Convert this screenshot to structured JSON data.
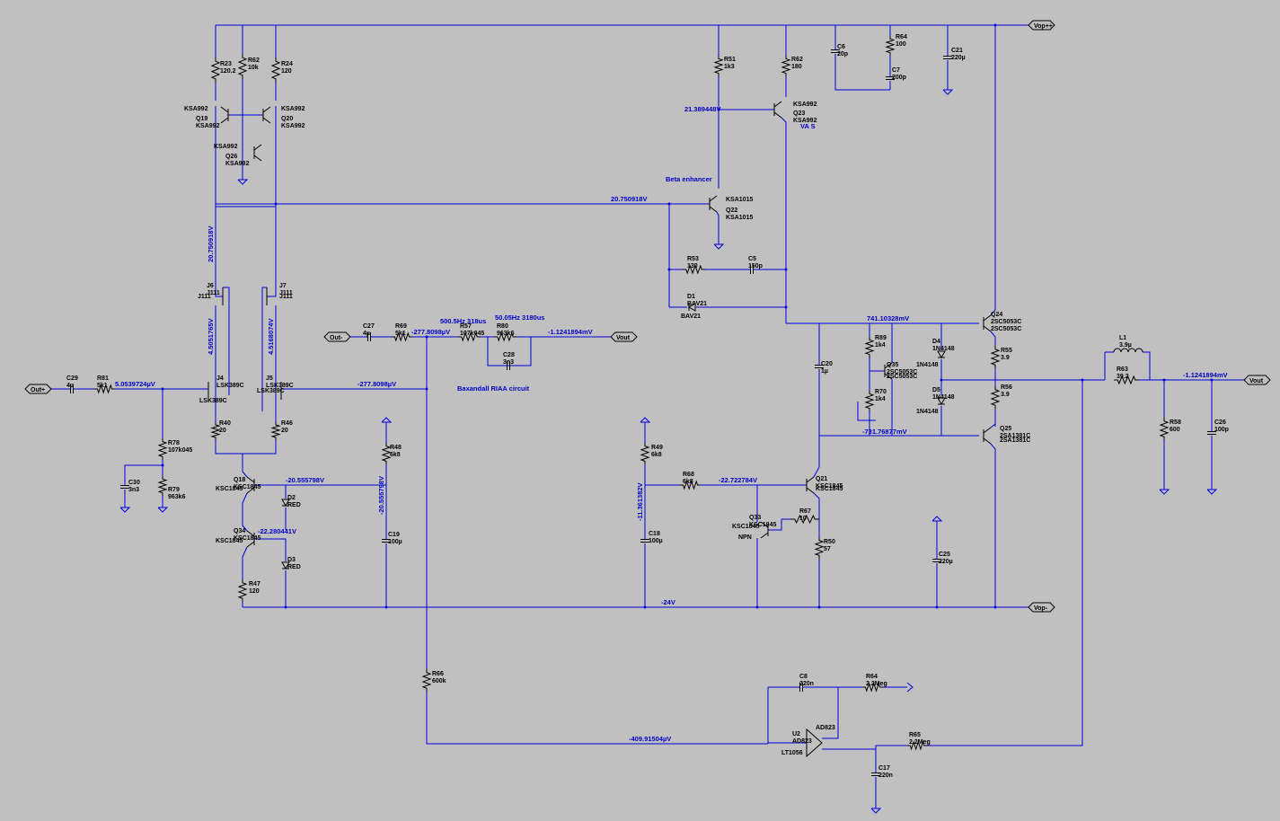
{
  "colors": {
    "background": "#c0c0c0",
    "wire": "#0000dd",
    "part": "#000000",
    "voltage_label": "#0000cc"
  },
  "ports": {
    "vop_pos": "Vop++",
    "vop_neg": "Vop-",
    "out_pos": "Out+",
    "out_neg": "Out-",
    "vout1": "Vout",
    "vout2": "Vout"
  },
  "comments": {
    "beta": "Beta enhancer",
    "vas": "VA S",
    "baxandall": "Baxandall RIAA circuit",
    "riaa1": "500.5Hz 318us",
    "riaa2": "50.05Hz 3180us"
  },
  "voltages": [
    {
      "id": "v1",
      "text": "21.389448V"
    },
    {
      "id": "v2",
      "text": "20.750918V"
    },
    {
      "id": "v3",
      "text": "20.750918V"
    },
    {
      "id": "v4",
      "text": "4.5051765V"
    },
    {
      "id": "v5",
      "text": "4.5168074V"
    },
    {
      "id": "v6",
      "text": "5.0539724µV"
    },
    {
      "id": "v7",
      "text": "-277.8098µV"
    },
    {
      "id": "v8",
      "text": "-277.8098µV"
    },
    {
      "id": "v9",
      "text": "-1.1241894mV"
    },
    {
      "id": "v10",
      "text": "741.10328mV"
    },
    {
      "id": "v11",
      "text": "-731.76877mV"
    },
    {
      "id": "v12",
      "text": "-1.1241894mV"
    },
    {
      "id": "v13",
      "text": "-20.555798V"
    },
    {
      "id": "v14",
      "text": "-20.555798V"
    },
    {
      "id": "v15",
      "text": "-22.280441V"
    },
    {
      "id": "v16",
      "text": "-11.361382V"
    },
    {
      "id": "v17",
      "text": "-22.722784V"
    },
    {
      "id": "v18",
      "text": "-24V"
    },
    {
      "id": "v19",
      "text": "-409.91504µV"
    }
  ],
  "components": [
    {
      "id": "R23",
      "name": "R23",
      "value": "120.2"
    },
    {
      "id": "R62a",
      "name": "R62",
      "value": "10k"
    },
    {
      "id": "R24",
      "name": "R24",
      "value": "120"
    },
    {
      "id": "Q19",
      "name": "Q19",
      "value": "KSA992"
    },
    {
      "id": "Q20",
      "name": "Q20",
      "value": "KSA992"
    },
    {
      "id": "Q26",
      "name": "Q26",
      "value": "KSA992"
    },
    {
      "id": "J6",
      "name": "J6",
      "value": "J111"
    },
    {
      "id": "J7",
      "name": "J7",
      "value": "J111"
    },
    {
      "id": "J4",
      "name": "J4",
      "value": "LSK389C"
    },
    {
      "id": "J5",
      "name": "J5",
      "value": "LSK389C"
    },
    {
      "id": "R40",
      "name": "R40",
      "value": "20"
    },
    {
      "id": "R46",
      "name": "R46",
      "value": "20"
    },
    {
      "id": "C29",
      "name": "C29",
      "value": "4µ"
    },
    {
      "id": "R81",
      "name": "R81",
      "value": "5k1"
    },
    {
      "id": "R78",
      "name": "R78",
      "value": "107k045"
    },
    {
      "id": "R79",
      "name": "R79",
      "value": "963k6"
    },
    {
      "id": "C30",
      "name": "C30",
      "value": "3n3"
    },
    {
      "id": "Q18",
      "name": "Q18",
      "value": "KSC1845"
    },
    {
      "id": "Q34",
      "name": "Q34",
      "value": "KSC1845"
    },
    {
      "id": "D2",
      "name": "D2",
      "value": "RED"
    },
    {
      "id": "D3",
      "name": "D3",
      "value": "RED"
    },
    {
      "id": "R47",
      "name": "R47",
      "value": "120"
    },
    {
      "id": "R48",
      "name": "R48",
      "value": "6k8"
    },
    {
      "id": "C19",
      "name": "C19",
      "value": "100µ"
    },
    {
      "id": "C27",
      "name": "C27",
      "value": "4µ"
    },
    {
      "id": "R69",
      "name": "R69",
      "value": "5k1"
    },
    {
      "id": "R57",
      "name": "R57",
      "value": "107k045"
    },
    {
      "id": "R80",
      "name": "R80",
      "value": "963k6"
    },
    {
      "id": "C28",
      "name": "C28",
      "value": "3n3"
    },
    {
      "id": "R51",
      "name": "R51",
      "value": "1k3"
    },
    {
      "id": "R62b",
      "name": "R62",
      "value": "180"
    },
    {
      "id": "C6",
      "name": "C6",
      "value": "20p"
    },
    {
      "id": "R64a",
      "name": "R64",
      "value": "100"
    },
    {
      "id": "C7",
      "name": "C7",
      "value": "200p"
    },
    {
      "id": "C21",
      "name": "C21",
      "value": "220µ"
    },
    {
      "id": "Q23",
      "name": "Q23",
      "value": "KSA992"
    },
    {
      "id": "Q22",
      "name": "Q22",
      "value": "KSA1015"
    },
    {
      "id": "R53",
      "name": "R53",
      "value": "130"
    },
    {
      "id": "C5",
      "name": "C5",
      "value": "150p"
    },
    {
      "id": "D1",
      "name": "D1",
      "value": "BAV21"
    },
    {
      "id": "Q24",
      "name": "Q24",
      "value": "2SC5053C"
    },
    {
      "id": "Q25",
      "name": "Q25",
      "value": "2SA1381C"
    },
    {
      "id": "Q35",
      "name": "Q35",
      "value": "2SC5053C"
    },
    {
      "id": "R89",
      "name": "R89",
      "value": "1k4"
    },
    {
      "id": "R70",
      "name": "R70",
      "value": "1k4"
    },
    {
      "id": "D4",
      "name": "D4",
      "value": "1N4148"
    },
    {
      "id": "D5",
      "name": "D5",
      "value": "1N4148"
    },
    {
      "id": "R55",
      "name": "R55",
      "value": "3.9"
    },
    {
      "id": "R56",
      "name": "R56",
      "value": "3.9"
    },
    {
      "id": "C20",
      "name": "C20",
      "value": "1µ"
    },
    {
      "id": "L1",
      "name": "L1",
      "value": "3.9µ"
    },
    {
      "id": "R63",
      "name": "R63",
      "value": "39.2"
    },
    {
      "id": "R58",
      "name": "R58",
      "value": "600"
    },
    {
      "id": "C26",
      "name": "C26",
      "value": "100p"
    },
    {
      "id": "R49",
      "name": "R49",
      "value": "6k8"
    },
    {
      "id": "C18",
      "name": "C18",
      "value": "100µ"
    },
    {
      "id": "R68",
      "name": "R68",
      "value": "6k8"
    },
    {
      "id": "Q21",
      "name": "Q21",
      "value": "KSC1845"
    },
    {
      "id": "Q33",
      "name": "Q33",
      "value": "KSC1845"
    },
    {
      "id": "Q33t",
      "name": "NPN",
      "value": ""
    },
    {
      "id": "R67",
      "name": "R67",
      "value": "10"
    },
    {
      "id": "R50",
      "name": "R50",
      "value": "57"
    },
    {
      "id": "C25",
      "name": "C25",
      "value": "220µ"
    },
    {
      "id": "R66",
      "name": "R66",
      "value": "600k"
    },
    {
      "id": "C8",
      "name": "C8",
      "value": "220n"
    },
    {
      "id": "R64b",
      "name": "R64",
      "value": "2.2Meg"
    },
    {
      "id": "U2",
      "name": "U2",
      "value": "AD823"
    },
    {
      "id": "U2b",
      "name": "LT1056",
      "value": ""
    },
    {
      "id": "R65",
      "name": "R65",
      "value": "2.2Meg"
    },
    {
      "id": "C17",
      "name": "C17",
      "value": "220n"
    }
  ]
}
